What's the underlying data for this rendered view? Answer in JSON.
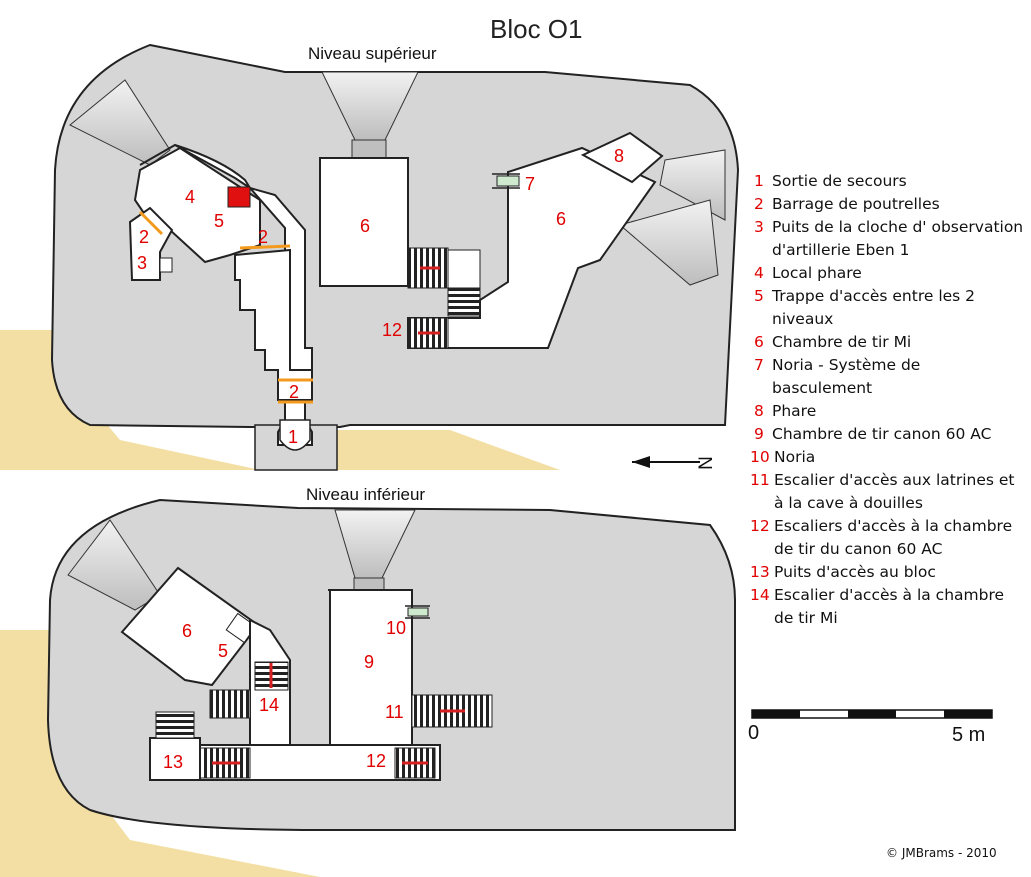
{
  "title": "Bloc O1",
  "levels": {
    "upper": "Niveau supérieur",
    "lower": "Niveau inférieur"
  },
  "upper_labels": {
    "l1": "1",
    "l2a": "2",
    "l2b": "2",
    "l2c": "2",
    "l3": "3",
    "l4": "4",
    "l5": "5",
    "l6a": "6",
    "l6b": "6",
    "l7": "7",
    "l8": "8",
    "l12": "12"
  },
  "lower_labels": {
    "l5": "5",
    "l6": "6",
    "l9": "9",
    "l10": "10",
    "l11": "11",
    "l12": "12",
    "l13": "13",
    "l14": "14"
  },
  "legend": [
    {
      "num": "1",
      "text": "Sortie de secours"
    },
    {
      "num": "2",
      "text": "Barrage de poutrelles"
    },
    {
      "num": "3",
      "text": "Puits de la cloche d' observation d'artillerie Eben 1"
    },
    {
      "num": "4",
      "text": "Local phare"
    },
    {
      "num": "5",
      "text": "Trappe d'accès entre les 2 niveaux"
    },
    {
      "num": "6",
      "text": "Chambre de tir Mi"
    },
    {
      "num": "7",
      "text": "Noria - Système de basculement"
    },
    {
      "num": "8",
      "text": "Phare"
    },
    {
      "num": "9",
      "text": "Chambre de tir canon 60 AC"
    },
    {
      "num": "10",
      "text": "Noria"
    },
    {
      "num": "11",
      "text": "Escalier d'accès aux latrines et à la cave à douilles"
    },
    {
      "num": "12",
      "text": "Escaliers d'accès à la chambre de tir du canon 60 AC"
    },
    {
      "num": "13",
      "text": "Puits d'accès au bloc"
    },
    {
      "num": "14",
      "text": "Escalier d'accès à la chambre de tir Mi"
    }
  ],
  "north": "N",
  "scale": {
    "start": "0",
    "end": "5 m"
  },
  "copyright": "© JMBrams - 2010",
  "colors": {
    "concrete": "#d6d6d6",
    "sand": "#f3dfa3",
    "room": "#ffffff",
    "outline": "#222222",
    "label_red": "#e00000",
    "beam_orange": "#f39a1e",
    "hatch_red": "#d62020",
    "trap_red": "#e01010"
  }
}
